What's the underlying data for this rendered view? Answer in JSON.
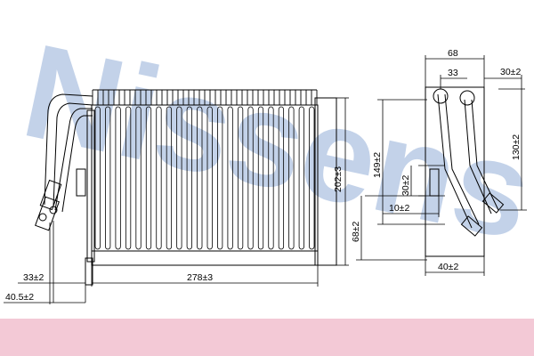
{
  "watermark": {
    "text": "Nissens",
    "color": "#b9cbe6"
  },
  "band_color": "#f3c9d6",
  "line_color": "#000000",
  "front_view": {
    "height": "202±3",
    "length": "278±3",
    "pipe_offset": "33±2",
    "pipe_offset_outer": "40.5±2"
  },
  "side_view": {
    "overall_width": "68",
    "pipe_spacing": "33",
    "top_offset": "30±2",
    "right_height": "130±2",
    "left_height": "149±2",
    "flange_height": "30±2",
    "flange_offset": "10±2",
    "lower_height": "68±2",
    "bottom_width": "40±2"
  }
}
